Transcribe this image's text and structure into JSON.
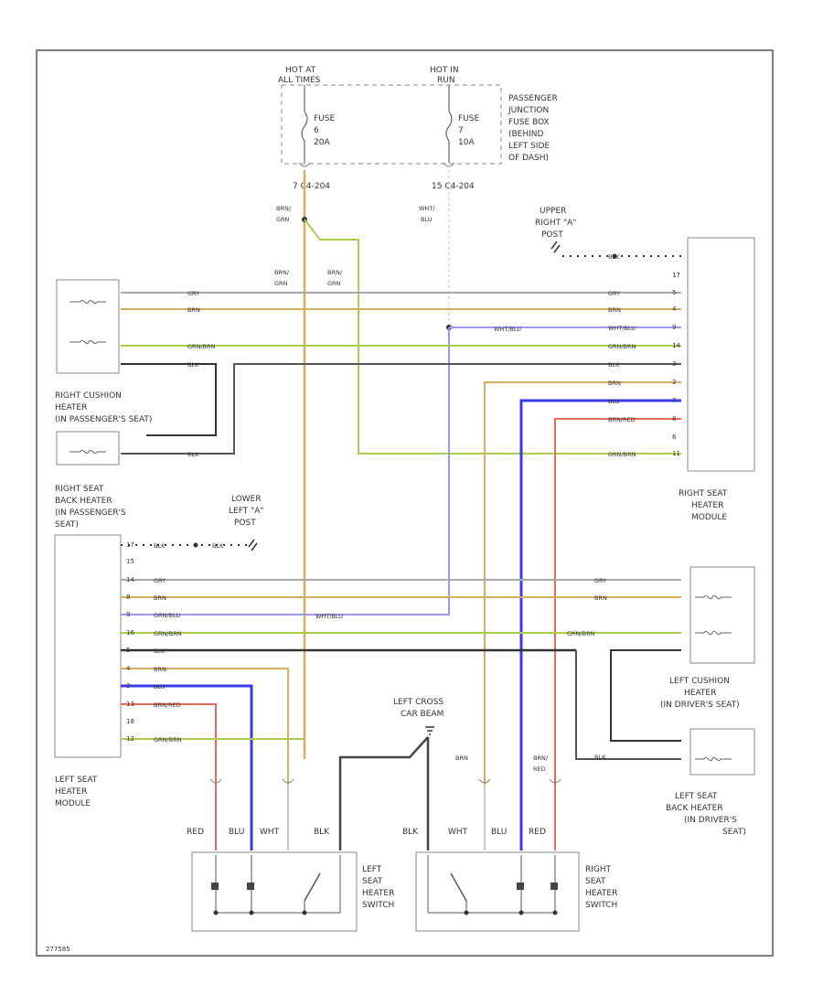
{
  "labels": {
    "hot_at_1": "HOT AT",
    "hot_at_2": "ALL TIMES",
    "hot_in_1": "HOT IN",
    "hot_in_2": "RUN",
    "fuse6_1": "FUSE",
    "fuse6_2": "6",
    "fuse6_3": "20A",
    "fuse7_1": "FUSE",
    "fuse7_2": "7",
    "fuse7_3": "10A",
    "jbox": [
      "PASSENGER",
      "JUNCTION",
      "FUSE BOX",
      "(BEHIND",
      "LEFT SIDE",
      "OF DASH)"
    ],
    "conn_left": "7  C4-204",
    "conn_right": "15  C4-204",
    "wire_brn_grn": [
      "BRN/",
      "GRN"
    ],
    "wire_wht_blu": [
      "WHT/",
      "BLU"
    ],
    "upper_ground": [
      "UPPER",
      "RIGHT \"A\"",
      "POST"
    ],
    "right_cushion": [
      "RIGHT CUSHION",
      "HEATER",
      "(IN PASSENGER'S SEAT)"
    ],
    "right_back": [
      "RIGHT SEAT",
      "BACK HEATER",
      "(IN PASSENGER'S",
      "SEAT)"
    ],
    "lower_ground": [
      "LOWER",
      "LEFT \"A\"",
      "POST"
    ],
    "right_module": [
      "RIGHT SEAT",
      "HEATER",
      "MODULE"
    ],
    "left_module": [
      "LEFT SEAT",
      "HEATER",
      "MODULE"
    ],
    "left_cushion": [
      "LEFT CUSHION",
      "HEATER",
      "(IN DRIVER'S SEAT)"
    ],
    "left_back": [
      "LEFT SEAT",
      "BACK HEATER",
      "(IN DRIVER'S",
      "SEAT)"
    ],
    "cross_ground": [
      "LEFT CROSS",
      "CAR BEAM"
    ],
    "left_switch": [
      "LEFT",
      "SEAT",
      "HEATER",
      "SWITCH"
    ],
    "right_switch": [
      "RIGHT",
      "SEAT",
      "HEATER",
      "SWITCH"
    ],
    "lsw_wires": [
      "RED",
      "BLU",
      "WHT",
      "BLK"
    ],
    "rsw_wires": [
      "BLK",
      "WHT",
      "BLU",
      "RED"
    ],
    "brn_red": [
      "BRN/",
      "RED"
    ],
    "brn": "BRN",
    "code": "277585"
  },
  "colors": {
    "frame": "#555555",
    "gry": "#a8a8a8",
    "brn_grn": "#d2b060",
    "wht_blu": "#9a9af0",
    "grn_brn": "#a8cc4c",
    "blk": "#333333",
    "blu": "#3a3ae6",
    "brn_red": "#e66a5a",
    "red": "#ee6670",
    "wht": "#c8c8c8"
  },
  "wire_labels_rm_left": [
    "GRY",
    "BRN",
    "GRN/BRN",
    "BLK",
    "BLK"
  ],
  "wire_labels_rm_right": [
    "BLK",
    "GRY",
    "BRN",
    "WHT/BLU",
    "GRN/BRN",
    "BLK",
    "BRN",
    "BLU",
    "BRN/RED",
    "GRN/BRN"
  ],
  "wire_labels_lm": [
    "BLK",
    "BLK",
    "GRY",
    "BRN",
    "GRN/BLU",
    "GRN/BRN",
    "BLK",
    "BRN",
    "BLU",
    "BRN/RED",
    "GRN/BRN"
  ],
  "wire_labels_lm_right": [
    "GRY",
    "BRN",
    "GRN/BRN",
    "BLK"
  ],
  "wire_mid_wht_blu": "WHT/BLU",
  "rm_pins": [
    "17",
    "5",
    "4",
    "9",
    "14",
    "3",
    "2",
    "7",
    "8",
    "6",
    "11"
  ],
  "lm_pins": [
    "17",
    "15",
    "14",
    "8",
    "9",
    "16",
    "5",
    "4",
    "3",
    "13",
    "18",
    "12"
  ]
}
